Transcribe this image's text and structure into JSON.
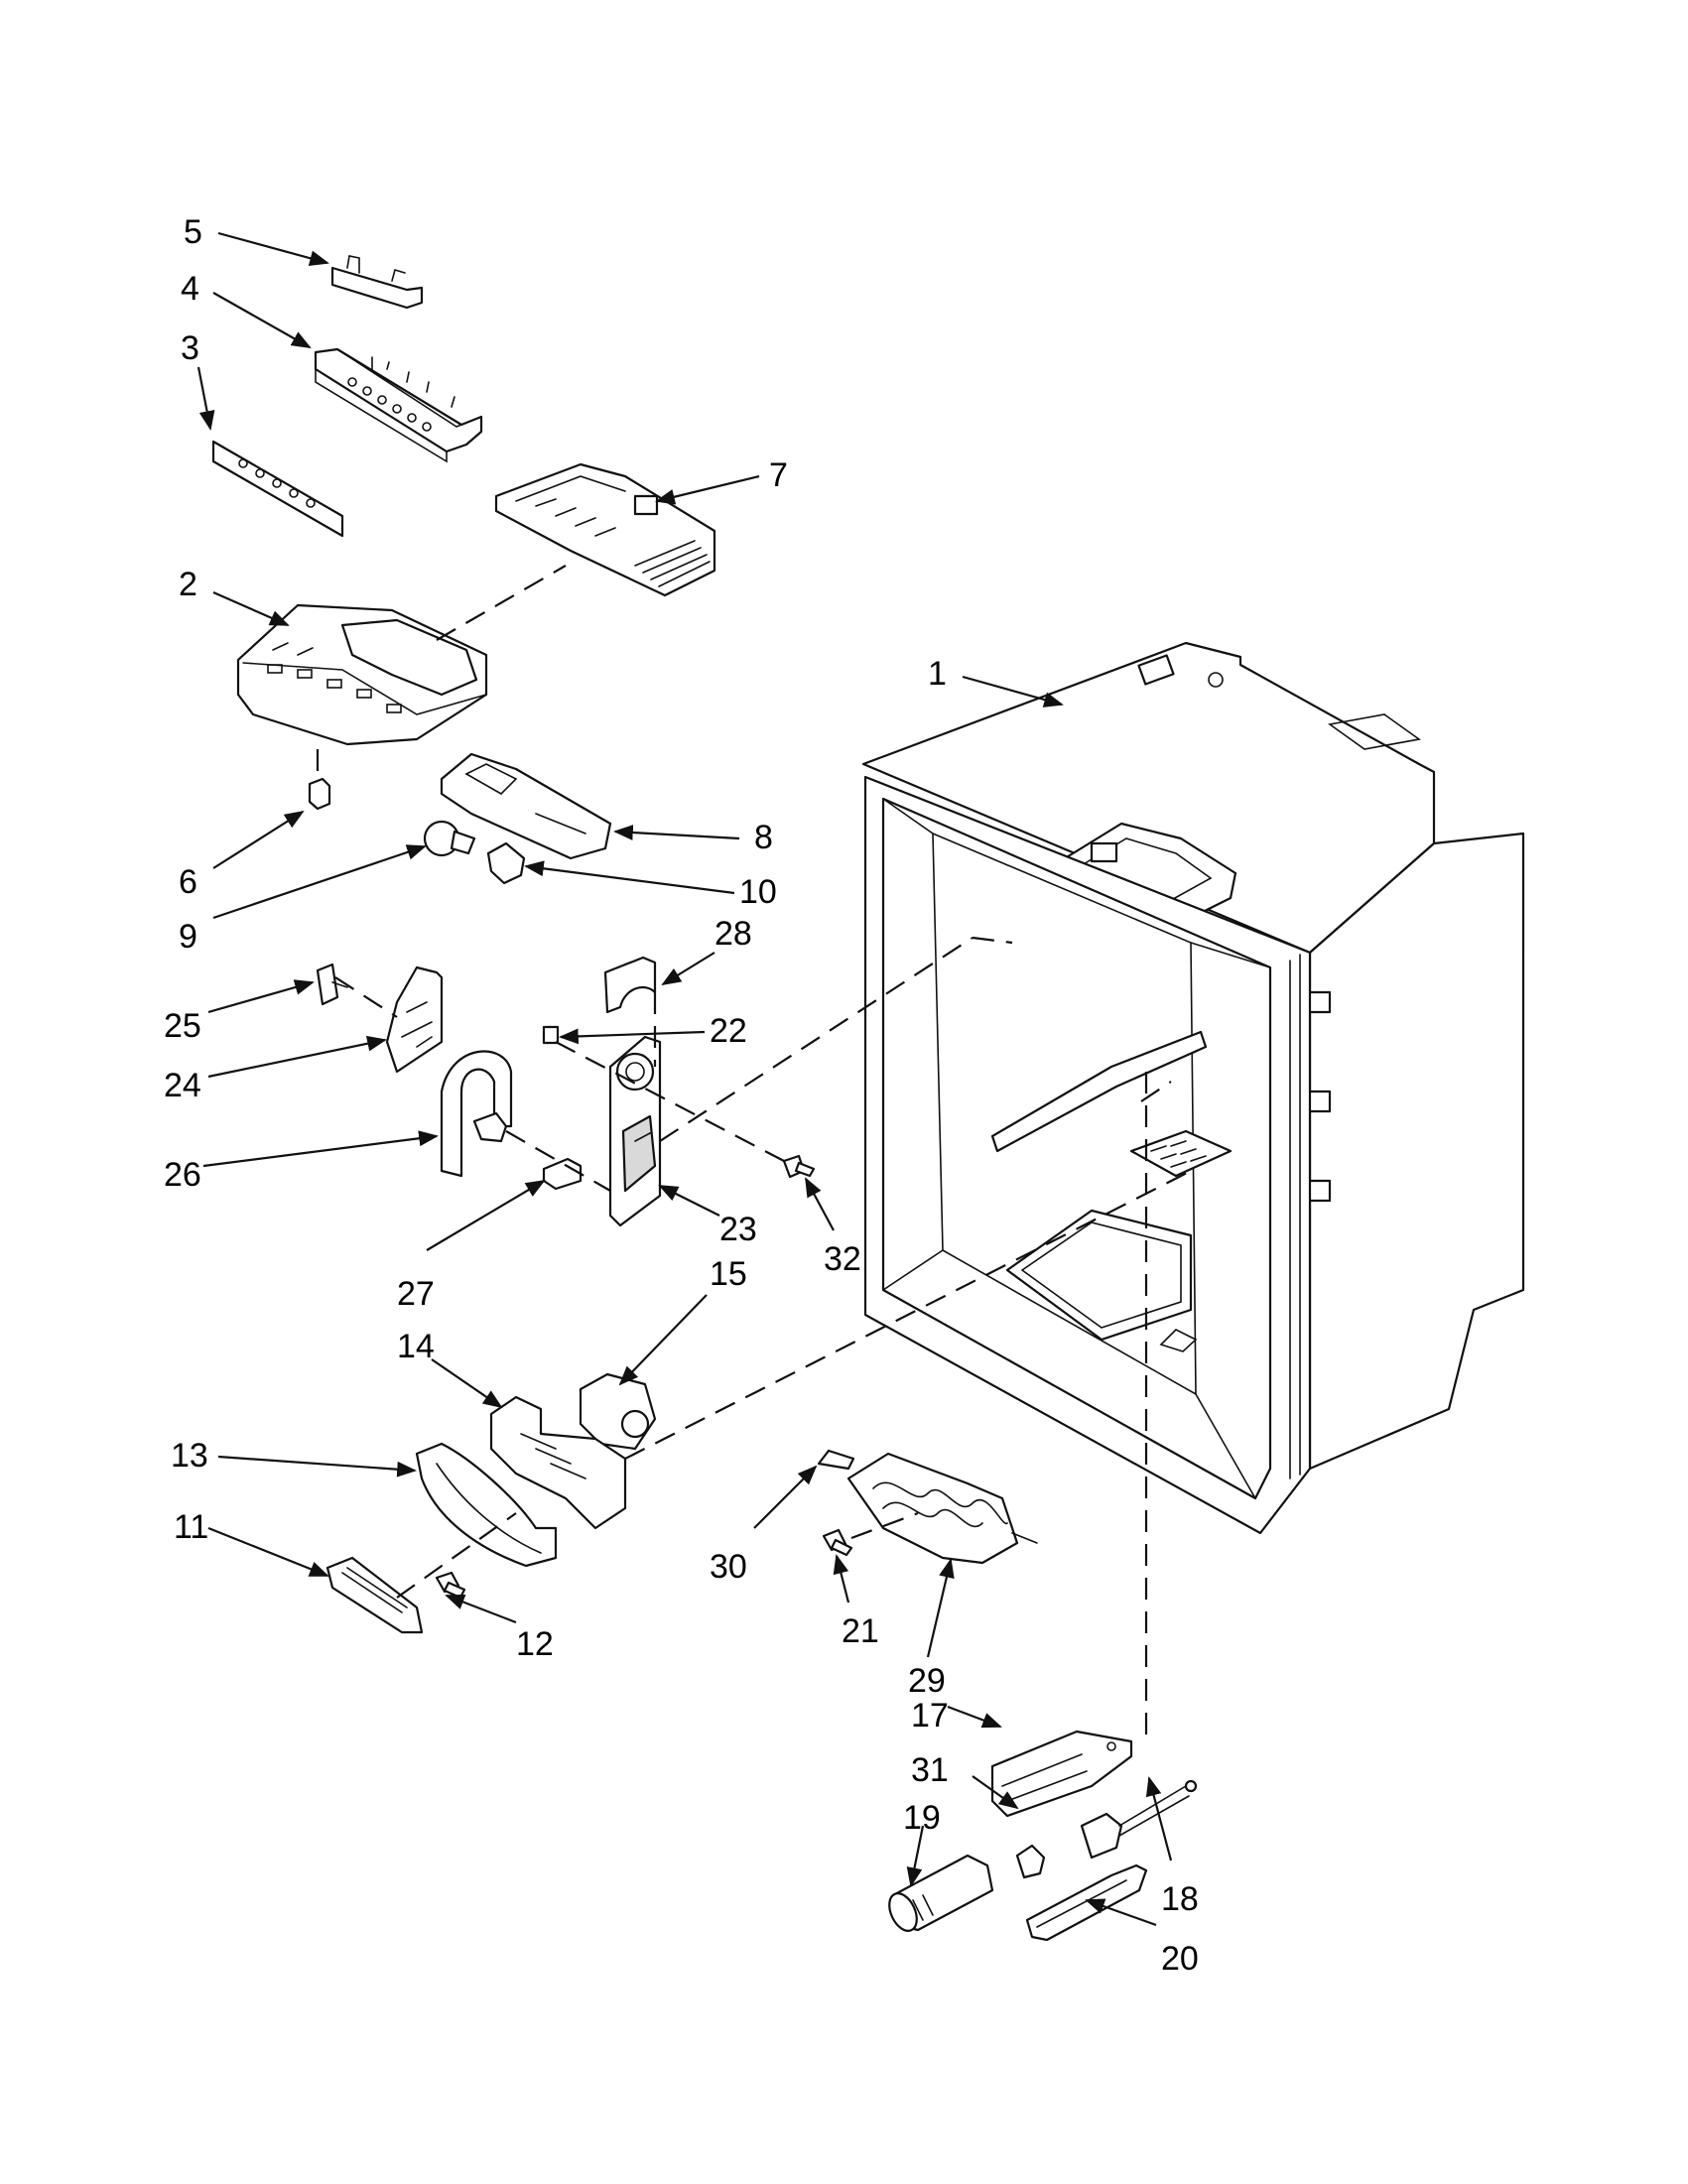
{
  "callouts": {
    "p1": "1",
    "p2": "2",
    "p3": "3",
    "p4": "4",
    "p5": "5",
    "p6": "6",
    "p7": "7",
    "p8": "8",
    "p9": "9",
    "p10": "10",
    "p11": "11",
    "p12": "12",
    "p13": "13",
    "p14": "14",
    "p15": "15",
    "p17": "17",
    "p18": "18",
    "p19": "19",
    "p20": "20",
    "p21": "21",
    "p22": "22",
    "p23": "23",
    "p24": "24",
    "p25": "25",
    "p26": "26",
    "p27": "27",
    "p28": "28",
    "p29": "29",
    "p30": "30",
    "p31": "31",
    "p32": "32"
  }
}
